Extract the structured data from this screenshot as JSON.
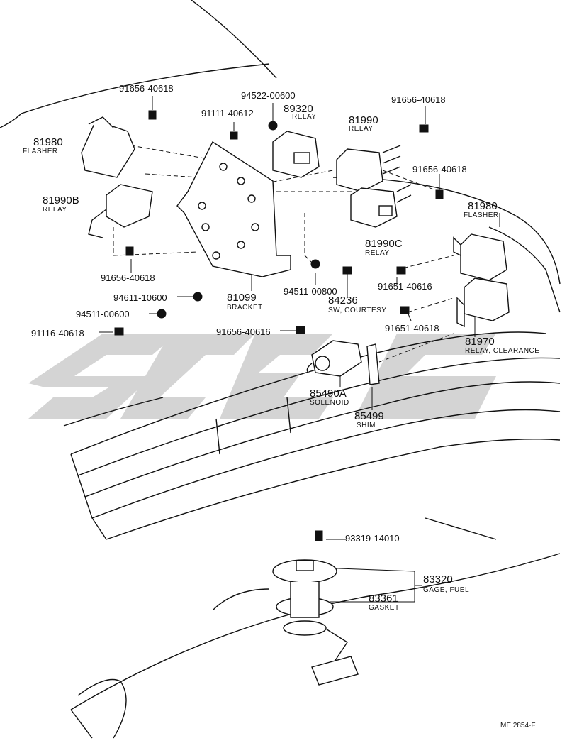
{
  "watermark": {
    "text": "SJSC"
  },
  "footer": {
    "ref": "ME 2854-F"
  },
  "parts": {
    "p91656_40618_top": "91656-40618",
    "p94522": "94522-00600",
    "p91111": "91111-40612",
    "p89320": "89320",
    "p89320_desc": "RELAY",
    "p81990": "81990",
    "p81990_desc": "RELAY",
    "p91656_40618_tr": "91656-40618",
    "p91656_40618_r": "91656-40618",
    "p81980_l": "81980",
    "p81980_l_desc": "FLASHER",
    "p81990B": "81990B",
    "p81990B_desc": "RELAY",
    "p81980_r": "81980",
    "p81980_r_desc": "FLASHER",
    "p81990C": "81990C",
    "p81990C_desc": "RELAY",
    "p91656_40618_bl": "91656-40618",
    "p94611": "94611-10600",
    "p81099": "81099",
    "p81099_desc": "BRACKET",
    "p94511_l": "94511-00600",
    "p94511_c": "94511-00800",
    "p84236": "84236",
    "p84236_desc": "SW, COURTESY",
    "p91651_a": "91651-40616",
    "p91651_b": "91651-40618",
    "p91116": "91116-40618",
    "p91656_40616": "91656-40616",
    "p81970": "81970",
    "p81970_desc": "RELAY, CLEARANCE",
    "p85490A": "85490A",
    "p85490A_desc": "SOLENOID",
    "p85499": "85499",
    "p85499_desc": "SHIM",
    "p93319": "93319-14010",
    "p83320": "83320",
    "p83320_desc": "GAGE, FUEL",
    "p83361": "83361",
    "p83361_desc": "GASKET"
  }
}
